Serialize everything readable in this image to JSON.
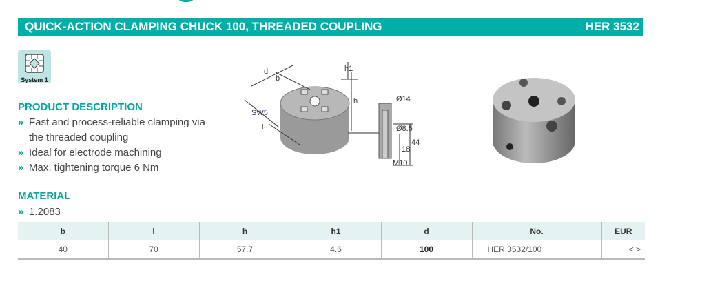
{
  "header": {
    "title": "QUICK-ACTION CLAMPING CHUCK 100, THREADED COUPLING",
    "code": "HER 3532"
  },
  "badge": {
    "label": "System 1"
  },
  "product_description": {
    "heading": "PRODUCT DESCRIPTION",
    "items": [
      {
        "line1": "Fast and process-reliable clamping via",
        "line2": "the threaded coupling"
      },
      {
        "line1": "Ideal for electrode machining"
      },
      {
        "line1": "Max. tightening torque 6 Nm"
      }
    ]
  },
  "material": {
    "heading": "MATERIAL",
    "items": [
      "1.2083"
    ]
  },
  "bullet": "»",
  "drawing_labels": {
    "d": "d",
    "b": "b",
    "h1": "h1",
    "h": "h",
    "sw": "SW5",
    "l": "l",
    "d14": "Ø14",
    "d85": "Ø8.5",
    "v18": "18",
    "v44": "44",
    "m10": "M10"
  },
  "table": {
    "headers": [
      "b",
      "l",
      "h",
      "h1",
      "d",
      "No.",
      "EUR"
    ],
    "rows": [
      [
        "40",
        "70",
        "57.7",
        "4.6",
        "100",
        "HER 3532/100",
        "< >"
      ]
    ]
  },
  "colors": {
    "accent": "#00b0a8"
  }
}
